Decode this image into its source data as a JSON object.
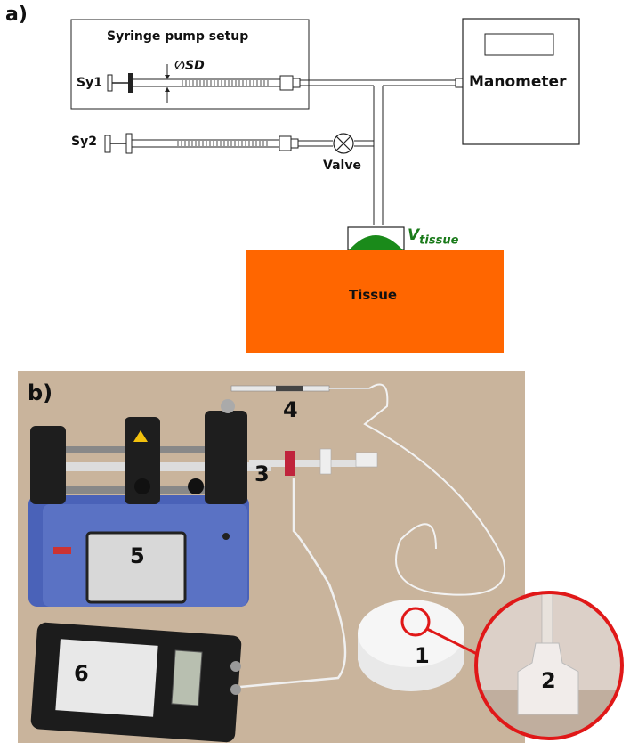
{
  "panel_a": {
    "label": "a)",
    "setup_title": "Syringe pump setup",
    "sy1": "Sy1",
    "sy2": "Sy2",
    "sd": "∅SD",
    "manometer": "Manometer",
    "valve": "Valve",
    "vtissue_main": "V",
    "vtissue_sub": "tissue",
    "tissue": "Tissue"
  },
  "panel_b": {
    "label": "b)",
    "numbers": [
      "1",
      "2",
      "3",
      "4",
      "5",
      "6"
    ]
  },
  "colors": {
    "tissue": "#ff6600",
    "tissue_volume": "#1a8a1a",
    "zoom_circle": "#e01818",
    "pump_body": "#4a62b8"
  }
}
